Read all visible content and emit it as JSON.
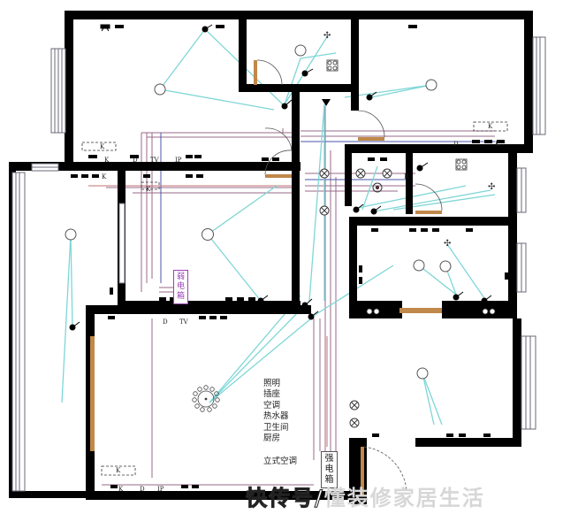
{
  "diagram": {
    "type": "residential electrical floor plan",
    "colors": {
      "wall": "#000000",
      "wiring_lighting": "#7fd6d6",
      "circuit_lines": "#8a5a8a",
      "weak_box": "#9a3fb5",
      "door_leaf": "#c0884a",
      "window": "#6a6a7a"
    },
    "legend": {
      "items": [
        "照明",
        "插座",
        "空调",
        "热水器",
        "卫生间",
        "厨房"
      ],
      "standing_ac": "立式空调"
    },
    "strong_box_label": "强电箱",
    "weak_box_label": "弱电箱",
    "outlet_labels": {
      "k": "K",
      "d": "D",
      "tv": "TV",
      "ip": "IP",
      "r": "R"
    },
    "watermark": {
      "part1": "快传号/",
      "part2": "懂装修家居生活"
    }
  }
}
